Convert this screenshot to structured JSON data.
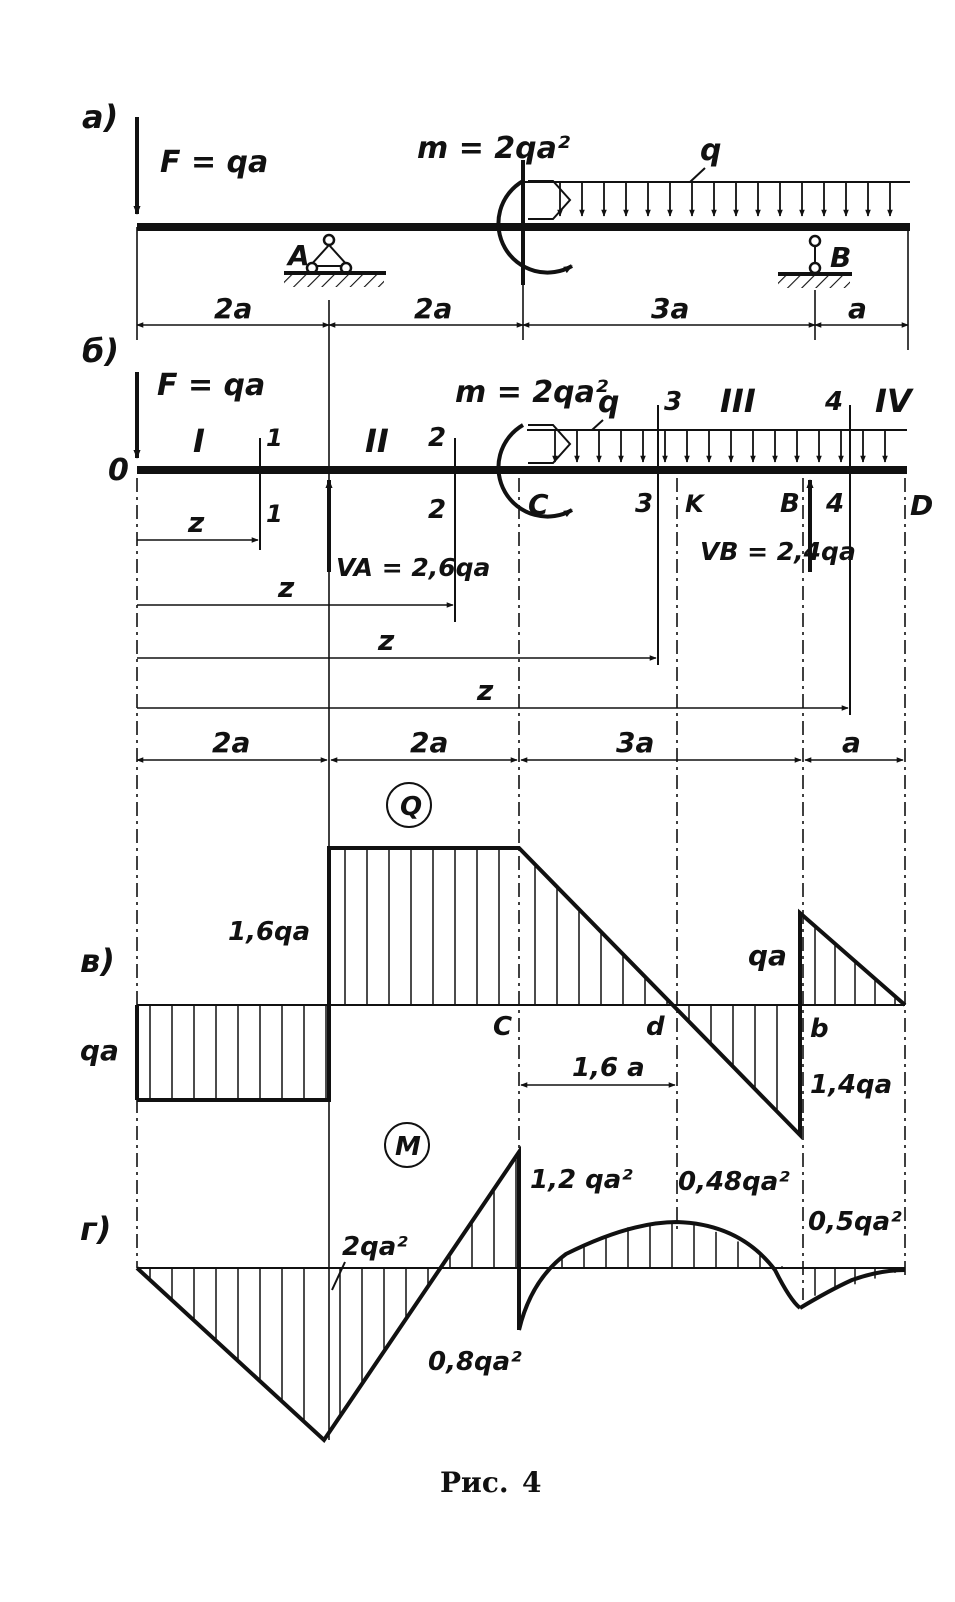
{
  "panel_a": {
    "tag": "а)",
    "force": "F = qa",
    "moment": "m = 2qa²",
    "load": "q",
    "support_a": "A",
    "support_b": "B",
    "dims": [
      "2a",
      "2a",
      "3a",
      "a"
    ]
  },
  "panel_b": {
    "tag": "б)",
    "force": "F = qa",
    "moment": "m = 2qa²",
    "load": "q",
    "origin": "0",
    "sections": {
      "s1_top": "1",
      "s1_bot": "1",
      "s2_top": "2",
      "s2_bot": "2",
      "s3_top": "3",
      "s3_bot": "3",
      "s4_top": "4",
      "s4_bot": "4"
    },
    "regions": [
      "I",
      "II",
      "III",
      "IV"
    ],
    "points": {
      "c": "C",
      "k": "K",
      "b": "B",
      "d": "D"
    },
    "reaction_a": "VA = 2,6qa",
    "reaction_b": "VB = 2,4qa",
    "z": "z",
    "dims": [
      "2a",
      "2a",
      "3a",
      "a"
    ]
  },
  "panel_v": {
    "tag": "в)",
    "symbol": "Q",
    "labels": {
      "v16": "1,6qa",
      "vqa_left": "qa",
      "vqa_right": "qa",
      "v14": "1,4qa",
      "c": "C",
      "d": "d",
      "b": "b",
      "span": "1,6 a"
    }
  },
  "panel_g": {
    "tag": "г)",
    "symbol": "M",
    "labels": {
      "m2": "2qa²",
      "m12": "1,2 qa²",
      "m08": "0,8qa²",
      "m048": "0,48qa²",
      "m05": "0,5qa²"
    }
  },
  "caption": {
    "prefix": "Рис.",
    "number": "4"
  }
}
